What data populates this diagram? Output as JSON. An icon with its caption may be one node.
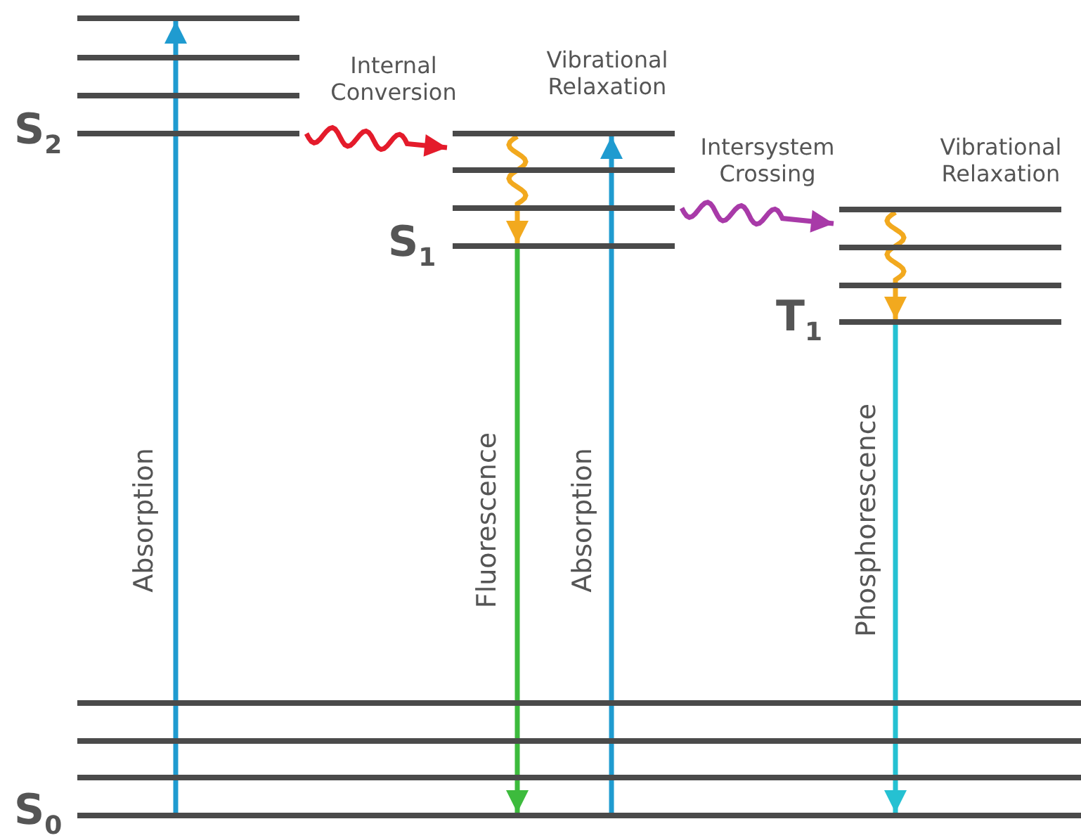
{
  "diagram": {
    "nodes": [
      {
        "text": [],
        "shape": "bar"
      },
      {
        "text": [],
        "shape": "bar"
      },
      {
        "text": [],
        "shape": "bar"
      },
      {
        "text": [
          "S$_{2}$"
        ]
      },
      {
        "text": [],
        "shape": "bar"
      },
      {
        "text": [],
        "shape": "bar"
      },
      {
        "text": [],
        "shape": "bar"
      },
      {
        "text": [
          "S$_{1}$"
        ]
      },
      {
        "text": [],
        "shape": "bar"
      },
      {
        "text": [],
        "shape": "bar"
      },
      {
        "text": [],
        "shape": "bar"
      },
      {
        "text": [
          "T$_{1}$"
        ]
      },
      {
        "text": [],
        "shape": "bar"
      },
      {
        "text": [],
        "shape": "bar"
      },
      {
        "text": [],
        "shape": "bar"
      },
      {
        "text": [
          "S$_{0}$"
        ]
      }
    ],
    "edges": [
      {
        "from": 15,
        "to": 0,
        "arrow": "to",
        "label": "Absorption",
        "color": "#1f9bd0"
      },
      {
        "from": 3,
        "to": 4,
        "arrow": "to",
        "label": "Internal Conversion",
        "color": "#e41b2b"
      },
      {
        "from": 4,
        "to": 7,
        "arrow": "to",
        "label": "Vibrational Relaxation",
        "color": "#f2a91e"
      },
      {
        "from": 7,
        "to": 15,
        "arrow": "to",
        "label": "Fluorescence",
        "color": "#3dbb3d"
      },
      {
        "from": 15,
        "to": 4,
        "arrow": "to",
        "label": "Absorption",
        "color": "#1f9bd0"
      },
      {
        "from": 6,
        "to": 8,
        "arrow": "to",
        "label": "Intersystem Crossing",
        "color": "#a83aa8"
      },
      {
        "from": 8,
        "to": 11,
        "arrow": "to",
        "label": "Vibrational Relaxation",
        "color": "#f2a91e"
      },
      {
        "from": 11,
        "to": 15,
        "arrow": "to",
        "label": "Phosphorescence",
        "color": "#25c1d2"
      }
    ]
  }
}
